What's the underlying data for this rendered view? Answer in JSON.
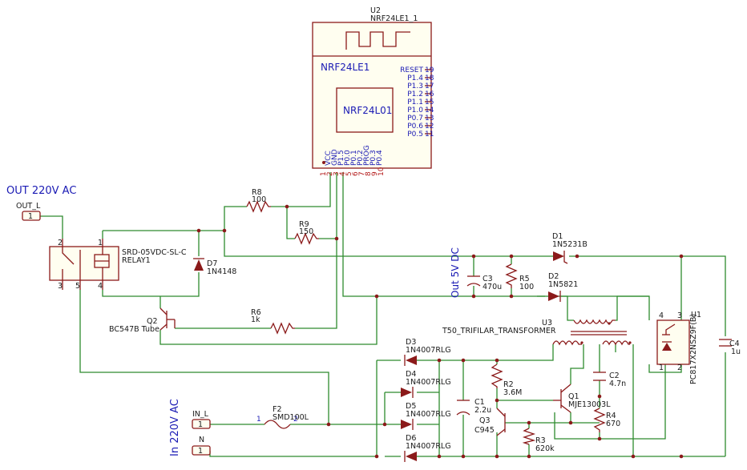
{
  "title_out": "OUT 220V AC",
  "title_in": "In 220V AC",
  "title_out5v": "Out 5V DC",
  "u2": {
    "ref": "U2",
    "value": "NRF24LE1_1",
    "name": "NRF24LE1",
    "chip": "NRF24L01",
    "right_pins": [
      "RESET",
      "P1.4",
      "P1.3",
      "P1.2",
      "P1.1",
      "P1.0",
      "P0.7",
      "P0.6",
      "P0.5"
    ],
    "right_nums": [
      "19",
      "18",
      "17",
      "16",
      "15",
      "14",
      "13",
      "12",
      "11"
    ],
    "bottom_pins": [
      "VCC",
      "GND",
      "P1.5",
      "P0.0",
      "P0.1",
      "P0.2",
      "PROG",
      "P0.3",
      "P0.4"
    ],
    "bottom_nums": [
      "1",
      "2",
      "3",
      "4",
      "5",
      "6",
      "7",
      "8",
      "9",
      "10"
    ]
  },
  "connectors": {
    "out_l": "OUT_L",
    "in_l": "IN_L",
    "n": "N",
    "pin1": "1"
  },
  "relay": {
    "part": "SRD-05VDC-SL-C",
    "ref": "RELAY1",
    "pins": [
      "2",
      "1",
      "3",
      "5",
      "4"
    ]
  },
  "d7": {
    "ref": "D7",
    "value": "1N4148"
  },
  "r8": {
    "ref": "R8",
    "value": "100"
  },
  "r9": {
    "ref": "R9",
    "value": "150"
  },
  "r6": {
    "ref": "R6",
    "value": "1k"
  },
  "q2": {
    "ref": "Q2",
    "value": "BC547B Tube"
  },
  "d1": {
    "ref": "D1",
    "value": "1N5231B"
  },
  "d2": {
    "ref": "D2",
    "value": "1N5821"
  },
  "c3": {
    "ref": "C3",
    "value": "470u"
  },
  "r5": {
    "ref": "R5",
    "value": "100"
  },
  "u3": {
    "ref": "U3",
    "value": "T50_TRIFILAR_TRANSFORMER"
  },
  "u1": {
    "ref": "U1",
    "value": "PC817X2NSZ9F(B)",
    "pins": [
      "4",
      "3",
      "1",
      "2"
    ]
  },
  "c4": {
    "ref": "C4",
    "value": "1u"
  },
  "d3": {
    "ref": "D3",
    "value": "1N4007RLG"
  },
  "d4": {
    "ref": "D4",
    "value": "1N4007RLG"
  },
  "d5": {
    "ref": "D5",
    "value": "1N4007RLG"
  },
  "d6": {
    "ref": "D6",
    "value": "1N4007RLG"
  },
  "c1": {
    "ref": "C1",
    "value": "2.2u"
  },
  "r2": {
    "ref": "R2",
    "value": "3.6M"
  },
  "q1": {
    "ref": "Q1",
    "value": "MJE13003L"
  },
  "q3": {
    "ref": "Q3",
    "value": "C945"
  },
  "r3": {
    "ref": "R3",
    "value": "620k"
  },
  "c2": {
    "ref": "C2",
    "value": "4.7n"
  },
  "r4": {
    "ref": "R4",
    "value": "670"
  },
  "f2": {
    "ref": "F2",
    "value": "SMD100L",
    "p1": "1",
    "p2": "2"
  }
}
